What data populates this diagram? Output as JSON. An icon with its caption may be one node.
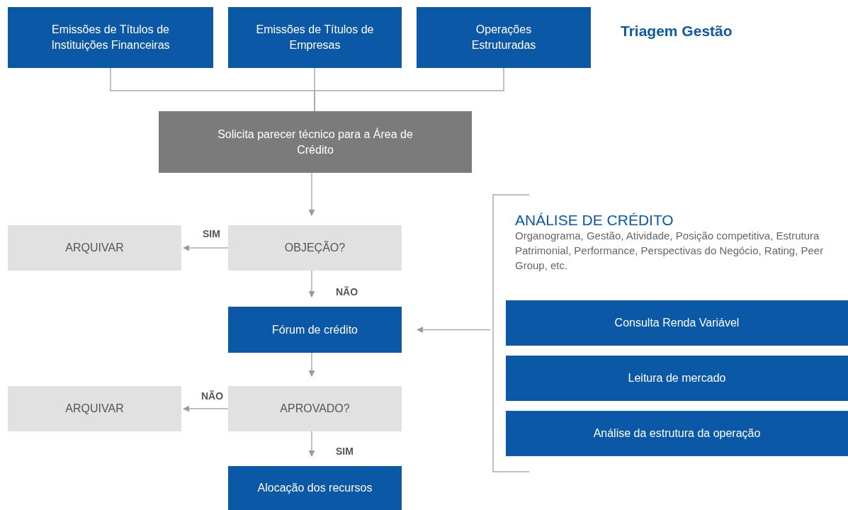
{
  "diagram": {
    "nodes": [
      {
        "text": [
          "Emissões de Títulos de Instituições Financeiras"
        ]
      },
      {
        "text": [
          "Emissões de Títulos de Empresas"
        ]
      },
      {
        "text": [
          "Operações Estruturadas"
        ]
      },
      {
        "text": [
          "Solicita parecer técnico para a Área de Crédito"
        ]
      },
      {
        "text": [
          "ARQUIVAR"
        ]
      },
      {
        "text": [
          "OBJEÇÃO?"
        ]
      },
      {
        "text": [
          "Fórum de crédito"
        ]
      },
      {
        "text": [
          "ARQUIVAR"
        ]
      },
      {
        "text": [
          "APROVADO?"
        ]
      },
      {
        "text": [
          "Alocação dos recursos"
        ]
      },
      {
        "text": [
          "ANÁLISE DE CRÉDITO",
          "Organograma, Gestão, Atividade, Posição competitiva, Estrutura Patrimonial, Performance, Perspectivas do Negócio, Rating, Peer Group, etc."
        ]
      },
      {
        "text": [
          "Consulta Renda Variável"
        ],
        "in": 10
      },
      {
        "text": [
          "Leitura de mercado"
        ],
        "in": 10
      },
      {
        "text": [
          "Análise da estrutura da operação"
        ],
        "in": 10
      }
    ],
    "edges": [
      {
        "from": 0,
        "to": 3,
        "arrow": "none"
      },
      {
        "from": 1,
        "to": 3,
        "arrow": "none"
      },
      {
        "from": 2,
        "to": 3,
        "arrow": "none"
      },
      {
        "from": 3,
        "to": 5,
        "arrow": "to"
      },
      {
        "from": 5,
        "to": 4,
        "arrow": "to",
        "label": "SIM"
      },
      {
        "from": 5,
        "to": 6,
        "arrow": "to",
        "label": "NÃO"
      },
      {
        "from": 6,
        "to": 8,
        "arrow": "to"
      },
      {
        "from": 8,
        "to": 7,
        "arrow": "to",
        "label": "NÃO"
      },
      {
        "from": 8,
        "to": 9,
        "arrow": "to",
        "label": "SIM"
      },
      {
        "from": 10,
        "to": 6,
        "arrow": "to"
      }
    ],
    "labels": [
      "Triagem Gestão"
    ]
  }
}
